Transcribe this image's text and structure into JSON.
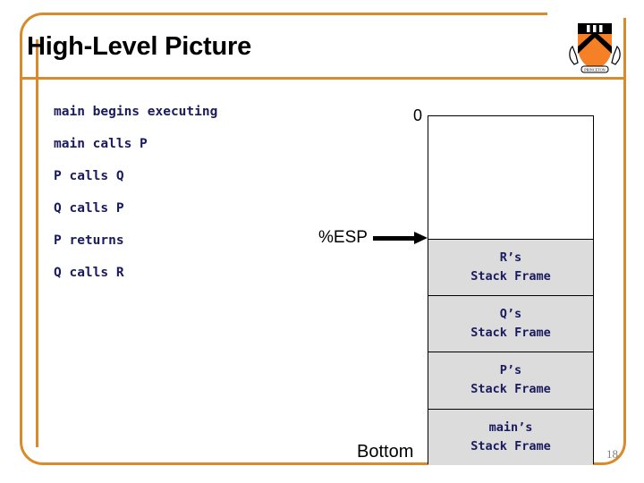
{
  "slide": {
    "title": "High-Level Picture",
    "page_number": "18",
    "accent_color": "#D98B2B",
    "text_color": "#1a1a5e",
    "frame_fill_color": "#DCDCDC"
  },
  "logo": {
    "name": "princeton-shield-logo",
    "shield_orange": "#F58025",
    "shield_black": "#000000"
  },
  "steps": [
    {
      "text": "main begins executing"
    },
    {
      "text": "main calls P"
    },
    {
      "text": "P calls Q"
    },
    {
      "text": "Q calls P"
    },
    {
      "text": "P returns"
    },
    {
      "text": "Q calls R"
    }
  ],
  "diagram": {
    "top_address_label": "0",
    "esp_label": "%ESP",
    "bottom_label": "Bottom",
    "free_region_label": "",
    "frames": [
      {
        "owner": "R’s",
        "caption": "Stack Frame"
      },
      {
        "owner": "Q’s",
        "caption": "Stack Frame"
      },
      {
        "owner": "P’s",
        "caption": "Stack Frame"
      },
      {
        "owner": "main’s",
        "caption": "Stack Frame"
      }
    ]
  }
}
